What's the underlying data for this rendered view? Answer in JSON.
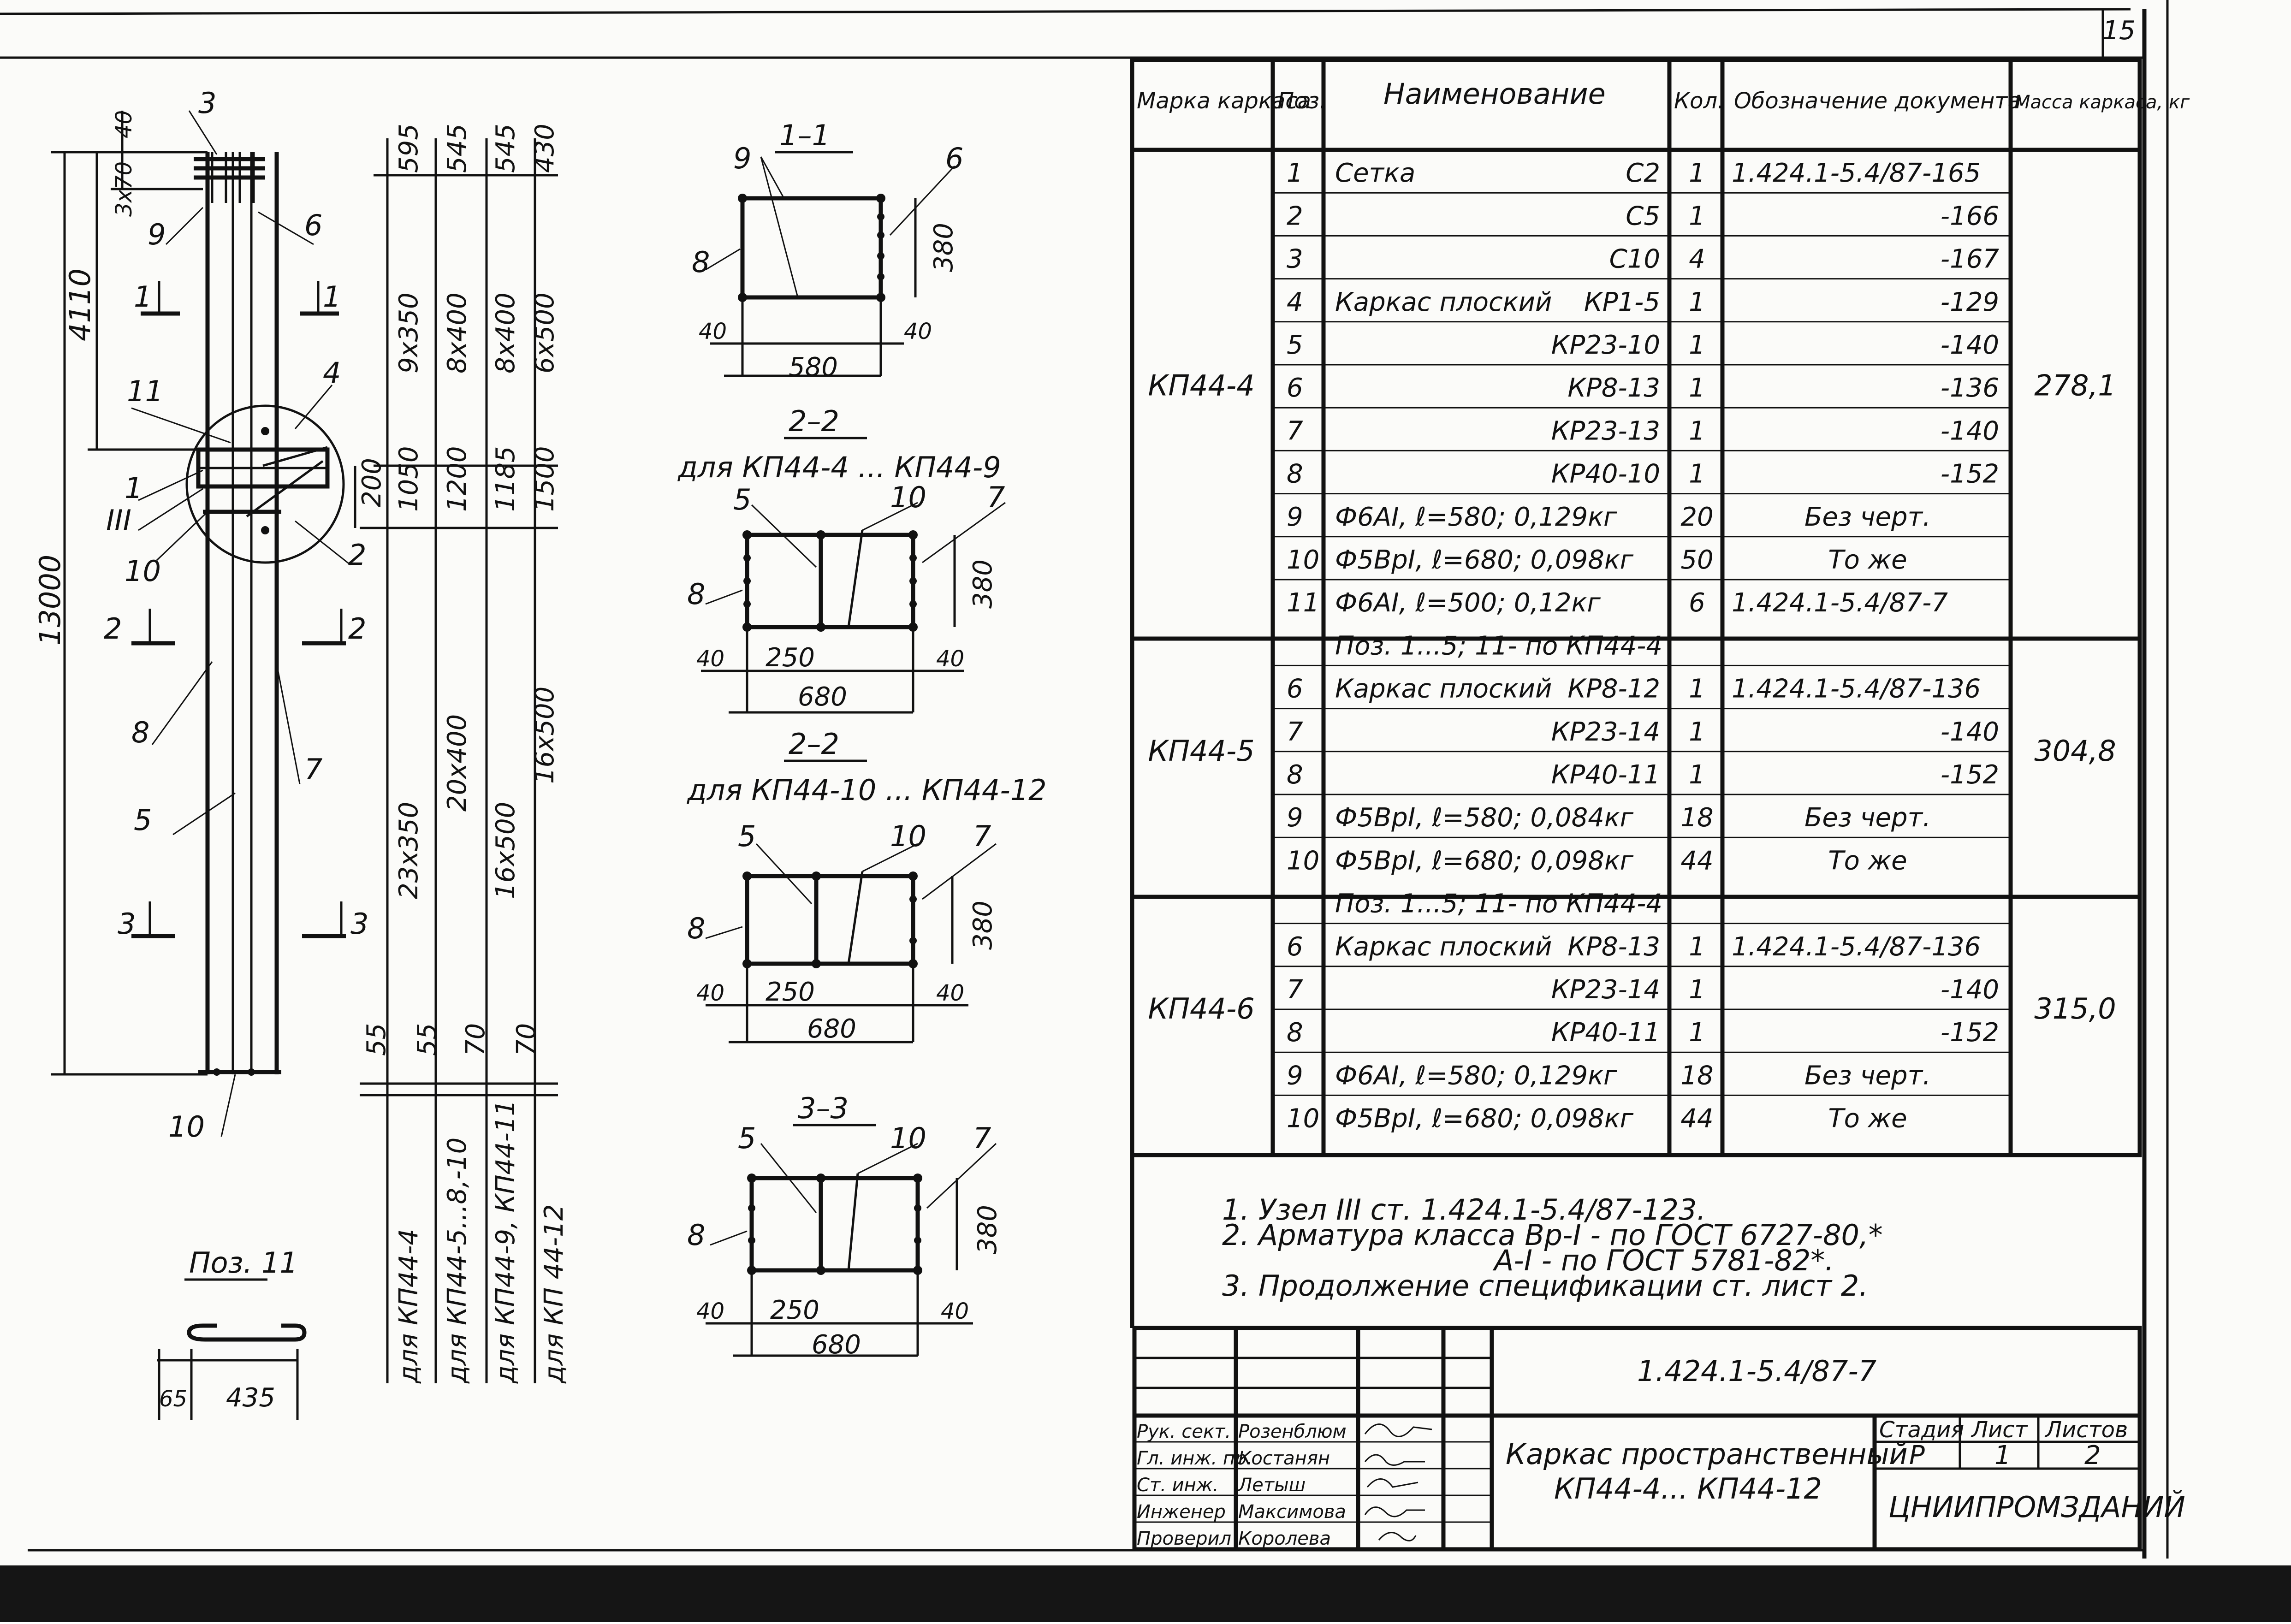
{
  "sheet_number": "15",
  "elevation": {
    "top_dims": [
      "40",
      "3x70"
    ],
    "height_dims": [
      "4110",
      "13000"
    ],
    "bar_dims": [
      "595",
      "545",
      "545",
      "430"
    ],
    "spacing_top": [
      "9x350",
      "8x400",
      "8x400",
      "6x500"
    ],
    "mid_dims": [
      "1050",
      "1200",
      "1185",
      "1500"
    ],
    "dim_200": "200",
    "spacing_main": [
      "23x350",
      "20x400",
      "16x500",
      "16x500"
    ],
    "bottom_dims": [
      "55",
      "55",
      "70",
      "70"
    ],
    "for_labels": [
      "для  КП44-4",
      "для  КП44-5...8,-10",
      "для  КП44-9, КП44-11",
      "для  КП 44-12"
    ],
    "callouts": [
      "3",
      "9",
      "6",
      "1",
      "1",
      "4",
      "11",
      "1",
      "III",
      "10",
      "2",
      "2",
      "2",
      "8",
      "7",
      "5",
      "3",
      "3",
      "10"
    ]
  },
  "pos11": {
    "title": "Поз. 11",
    "dims": [
      "65",
      "435"
    ]
  },
  "sections": [
    {
      "title": "1–1",
      "sub": "",
      "labels": [
        "9",
        "6",
        "8"
      ],
      "dims": [
        "40",
        "580",
        "40",
        "380"
      ]
    },
    {
      "title": "2–2",
      "sub": "для  КП44-4 ... КП44-9",
      "labels": [
        "5",
        "10",
        "7",
        "8"
      ],
      "dims": [
        "40",
        "250",
        "680",
        "40",
        "380"
      ]
    },
    {
      "title": "2–2",
      "sub": "для  КП44-10 ... КП44-12",
      "labels": [
        "5",
        "10",
        "7",
        "8"
      ],
      "dims": [
        "40",
        "250",
        "680",
        "40",
        "380"
      ]
    },
    {
      "title": "3–3",
      "sub": "",
      "labels": [
        "5",
        "10",
        "7",
        "8"
      ],
      "dims": [
        "40",
        "250",
        "680",
        "40",
        "380"
      ]
    }
  ],
  "spec_table": {
    "headers": [
      "Марка каркаса",
      "Поз.",
      "Наименование",
      "Кол.",
      "Обозначение документа",
      "Масса каркаса, кг"
    ],
    "groups": [
      {
        "mark": "КП44-4",
        "mass": "278,1",
        "rows": [
          {
            "pos": "1",
            "name": "Сетка",
            "code": "С2",
            "qty": "1",
            "doc": "1.424.1-5.4/87-165"
          },
          {
            "pos": "2",
            "name": "",
            "code": "С5",
            "qty": "1",
            "doc": "-166"
          },
          {
            "pos": "3",
            "name": "",
            "code": "С10",
            "qty": "4",
            "doc": "-167"
          },
          {
            "pos": "4",
            "name": "Каркас плоский",
            "code": "КР1-5",
            "qty": "1",
            "doc": "-129"
          },
          {
            "pos": "5",
            "name": "",
            "code": "КР23-10",
            "qty": "1",
            "doc": "-140"
          },
          {
            "pos": "6",
            "name": "",
            "code": "КР8-13",
            "qty": "1",
            "doc": "-136"
          },
          {
            "pos": "7",
            "name": "",
            "code": "КР23-13",
            "qty": "1",
            "doc": "-140"
          },
          {
            "pos": "8",
            "name": "",
            "code": "КР40-10",
            "qty": "1",
            "doc": "-152"
          },
          {
            "pos": "9",
            "name": "Ф6АI, ℓ=580; 0,129кг",
            "code": "",
            "qty": "20",
            "doc": "Без черт."
          },
          {
            "pos": "10",
            "name": "Ф5ВрI, ℓ=680; 0,098кг",
            "code": "",
            "qty": "50",
            "doc": "То же"
          },
          {
            "pos": "11",
            "name": "Ф6АI, ℓ=500; 0,12кг",
            "code": "",
            "qty": "6",
            "doc": "1.424.1-5.4/87-7"
          }
        ]
      },
      {
        "mark": "КП44-5",
        "mass": "304,8",
        "rows": [
          {
            "pos": "",
            "name": "Поз. 1...5; 11- по КП44-4",
            "code": "",
            "qty": "",
            "doc": ""
          },
          {
            "pos": "6",
            "name": "Каркас плоский",
            "code": "КР8-12",
            "qty": "1",
            "doc": "1.424.1-5.4/87-136"
          },
          {
            "pos": "7",
            "name": "",
            "code": "КР23-14",
            "qty": "1",
            "doc": "-140"
          },
          {
            "pos": "8",
            "name": "",
            "code": "КР40-11",
            "qty": "1",
            "doc": "-152"
          },
          {
            "pos": "9",
            "name": "Ф5ВрI, ℓ=580; 0,084кг",
            "code": "",
            "qty": "18",
            "doc": "Без черт."
          },
          {
            "pos": "10",
            "name": "Ф5ВрI, ℓ=680; 0,098кг",
            "code": "",
            "qty": "44",
            "doc": "То же"
          }
        ]
      },
      {
        "mark": "КП44-6",
        "mass": "315,0",
        "rows": [
          {
            "pos": "",
            "name": "Поз. 1...5; 11- по КП44-4",
            "code": "",
            "qty": "",
            "doc": ""
          },
          {
            "pos": "6",
            "name": "Каркас плоский",
            "code": "КР8-13",
            "qty": "1",
            "doc": "1.424.1-5.4/87-136"
          },
          {
            "pos": "7",
            "name": "",
            "code": "КР23-14",
            "qty": "1",
            "doc": "-140"
          },
          {
            "pos": "8",
            "name": "",
            "code": "КР40-11",
            "qty": "1",
            "doc": "-152"
          },
          {
            "pos": "9",
            "name": "Ф6АI, ℓ=580; 0,129кг",
            "code": "",
            "qty": "18",
            "doc": "Без черт."
          },
          {
            "pos": "10",
            "name": "Ф5ВрI, ℓ=680; 0,098кг",
            "code": "",
            "qty": "44",
            "doc": "То же"
          }
        ]
      }
    ]
  },
  "notes": [
    "1. Узел III ст. 1.424.1-5.4/87-123.",
    "2. Арматура класса Вр-I - по ГОСТ 6727-80,*",
    "А-I - по ГОСТ 5781-82*.",
    "3. Продолжение спецификации ст. лист 2."
  ],
  "title_block": {
    "doc_code": "1.424.1-5.4/87-7",
    "title_line1": "Каркас пространственный",
    "title_line2": "КП44-4... КП44-12",
    "stage_headers": [
      "Стадия",
      "Лист",
      "Листов"
    ],
    "stage_values": [
      "Р",
      "1",
      "2"
    ],
    "org": "ЦНИИПРОМЗДАНИЙ",
    "roles": [
      {
        "role": "Рук. сект.",
        "name": "Розенблюм"
      },
      {
        "role": "Гл. инж. пр.",
        "name": "Костанян"
      },
      {
        "role": "Ст. инж.",
        "name": "Летыш"
      },
      {
        "role": "Инженер",
        "name": "Максимова"
      },
      {
        "role": "Проверил",
        "name": "Королева"
      }
    ]
  }
}
